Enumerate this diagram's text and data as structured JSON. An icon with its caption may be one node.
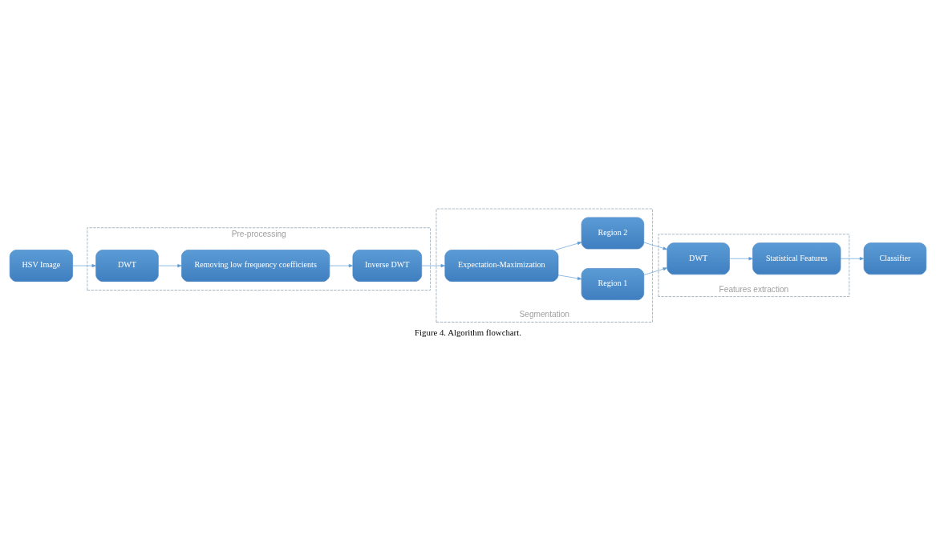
{
  "diagram": {
    "caption": "Figure 4. Algorithm flowchart.",
    "nodes": [
      {
        "text": [
          "Pre-processing"
        ]
      },
      {
        "text": [
          "HSV Image"
        ]
      },
      {
        "text": [
          "DWT"
        ],
        "in": 0
      },
      {
        "text": [
          "Removing low frequency coefficients"
        ],
        "in": 0
      },
      {
        "text": [
          "Inverse DWT"
        ],
        "in": 0
      },
      {
        "text": [
          "Segmentation"
        ]
      },
      {
        "text": [
          "Expectation-Maximization"
        ],
        "in": 5
      },
      {
        "text": [
          "Region 1"
        ],
        "in": 5
      },
      {
        "text": [
          "Region 2"
        ],
        "in": 5
      },
      {
        "text": [
          "Features extraction"
        ]
      },
      {
        "text": [
          "DWT"
        ],
        "in": 9
      },
      {
        "text": [
          "Statistical Features"
        ],
        "in": 9
      },
      {
        "text": [
          "Classifier"
        ]
      }
    ],
    "edges": [
      {
        "from": 1,
        "to": 2,
        "arrow": "to"
      },
      {
        "from": 2,
        "to": 3,
        "arrow": "to"
      },
      {
        "from": 3,
        "to": 4,
        "arrow": "to"
      },
      {
        "from": 4,
        "to": 6,
        "arrow": "to"
      },
      {
        "from": 6,
        "to": 7,
        "arrow": "to"
      },
      {
        "from": 6,
        "to": 8,
        "arrow": "to"
      },
      {
        "from": 7,
        "to": 10,
        "arrow": "to"
      },
      {
        "from": 8,
        "to": 10,
        "arrow": "to"
      },
      {
        "from": 10,
        "to": 11,
        "arrow": "to"
      },
      {
        "from": 11,
        "to": 12,
        "arrow": "to"
      }
    ]
  }
}
